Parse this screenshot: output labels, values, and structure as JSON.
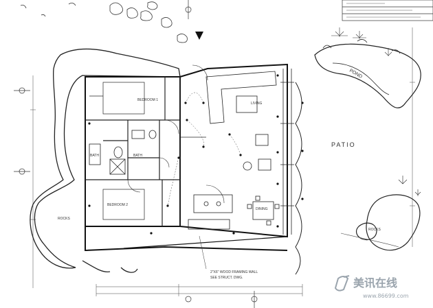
{
  "rooms": {
    "bedroom_1": "BEDROOM 1",
    "bedroom_2": "BEDROOM 2",
    "bath_1": "BATH",
    "bath_2": "BATH",
    "living": "LIVING",
    "dining": "DINING"
  },
  "outdoor": {
    "patio": "PATIO",
    "pond": "POND",
    "rocks": "ROCKS"
  },
  "notes": {
    "framing_note_1": "2\"X6\" WOOD FRAMING WALL",
    "framing_note_2": "SEE STRUCT. DWG."
  },
  "watermark": {
    "logo_text": "美讯在线",
    "url": "www.86699.com"
  },
  "colors": {
    "line": "#2a2a2a",
    "paper": "#ffffff",
    "watermark": "#9aa4ad"
  }
}
